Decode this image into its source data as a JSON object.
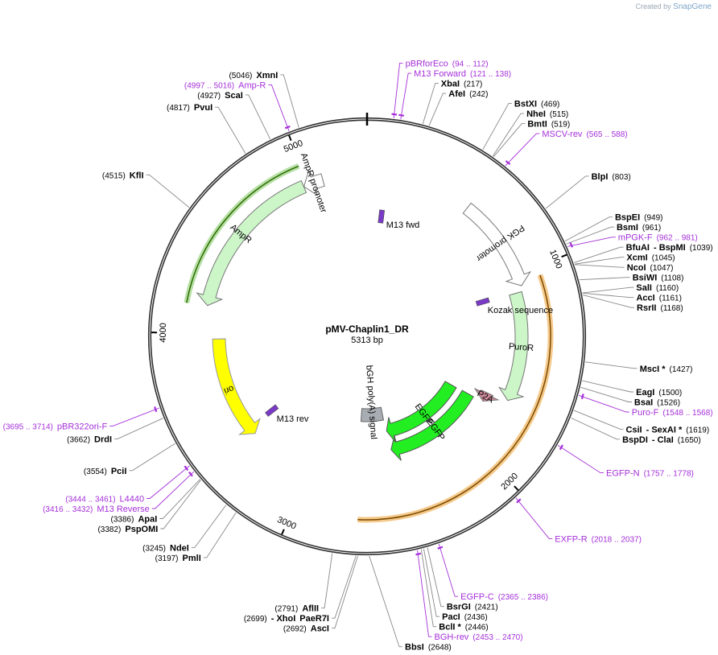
{
  "header": {
    "created_by": "Created by",
    "brand": "SnapGene"
  },
  "plasmid": {
    "name": "pMV-Chaplin1_DR",
    "length": "5313 bp",
    "total_bp": 5313
  },
  "ticks": [
    {
      "bp": 1000,
      "label": "1000"
    },
    {
      "bp": 2000,
      "label": "2000"
    },
    {
      "bp": 3000,
      "label": "3000"
    },
    {
      "bp": 4000,
      "label": "4000"
    },
    {
      "bp": 5000,
      "label": "5000"
    }
  ],
  "features": [
    {
      "id": "ampr",
      "label": "AmpR",
      "start": 4146,
      "end": 4975,
      "dir": "ccw",
      "color": "#ccf5c8",
      "stroke": "#777"
    },
    {
      "id": "ampr-promoter",
      "label": "AmpR promoter",
      "start": 4976,
      "end": 5080,
      "dir": "ccw",
      "color": "#ffffff",
      "stroke": "#777"
    },
    {
      "id": "ori",
      "label": "ori",
      "start": 3380,
      "end": 3970,
      "dir": "ccw",
      "color": "#ffff00",
      "stroke": "#999"
    },
    {
      "id": "pgk-promoter",
      "label": "PGK promoter",
      "start": 560,
      "end": 1060,
      "dir": "cw",
      "color": "#ffffff",
      "stroke": "#777"
    },
    {
      "id": "puror",
      "label": "PuroR",
      "start": 1090,
      "end": 1690,
      "dir": "cw",
      "color": "#ccf5c8",
      "stroke": "#777"
    },
    {
      "id": "p2a",
      "label": "P2A",
      "start": 1700,
      "end": 1760,
      "dir": "cw",
      "color": "#cc8899",
      "stroke": "#777"
    },
    {
      "id": "egfp-1",
      "label": "EGFP",
      "start": 1765,
      "end": 2480,
      "dir": "cw",
      "color": "#22ee22",
      "stroke": "#555"
    },
    {
      "id": "egfp-2",
      "label": "EGFP",
      "start": 1770,
      "end": 2485,
      "dir": "cw",
      "color": "#22ee22",
      "stroke": "#555"
    },
    {
      "id": "bgh",
      "label": "bGH poly(A) signal",
      "start": 2492,
      "end": 2717,
      "dir": "none",
      "color": "#a8adb3",
      "stroke": "#666"
    }
  ],
  "small_features": [
    {
      "label": "Kozak sequence",
      "bp": 1083
    },
    {
      "label": "M13 fwd",
      "bp": 100
    },
    {
      "label": "M13 rev",
      "bp": 3425
    }
  ],
  "orf_arcs": [
    {
      "id": "orf-outer",
      "start": 1040,
      "end": 2700,
      "color": "#f5c98a",
      "line": "#7a4a00"
    },
    {
      "id": "orf-ampr",
      "start": 4140,
      "end": 4990,
      "color": "#b8e0a6",
      "line": "#2a6a00"
    }
  ],
  "enzymes": [
    {
      "name": "XmnI",
      "pos": "(5046)",
      "bp": 5046,
      "side": "left"
    },
    {
      "name": "ScaI",
      "pos": "(4927)",
      "bp": 4927,
      "side": "left"
    },
    {
      "name": "PvuI",
      "pos": "(4817)",
      "bp": 4817,
      "side": "left"
    },
    {
      "name": "KflI",
      "pos": "(4515)",
      "bp": 4515,
      "side": "left"
    },
    {
      "name": "DrdI",
      "pos": "(3662)",
      "bp": 3662,
      "side": "left"
    },
    {
      "name": "PciI",
      "pos": "(3554)",
      "bp": 3554,
      "side": "left"
    },
    {
      "name": "ApaI",
      "pos": "(3386)",
      "bp": 3386,
      "side": "left"
    },
    {
      "name": "PspOMI",
      "pos": "(3382)",
      "bp": 3382,
      "side": "left"
    },
    {
      "name": "NdeI",
      "pos": "(3245)",
      "bp": 3245,
      "side": "left"
    },
    {
      "name": "PmlI",
      "pos": "(3197)",
      "bp": 3197,
      "side": "left"
    },
    {
      "name": "AflII",
      "pos": "(2791)",
      "bp": 2791,
      "side": "left"
    },
    {
      "name": "PaeR7I",
      "pos": "(2699)",
      "bp": 2699,
      "side": "left",
      "extra": "- XhoI"
    },
    {
      "name": "AscI",
      "pos": "(2692)",
      "bp": 2692,
      "side": "left"
    },
    {
      "name": "BbsI",
      "pos": "(2648)",
      "bp": 2648,
      "side": "right"
    },
    {
      "name": "XbaI",
      "pos": "(217)",
      "bp": 217,
      "side": "right"
    },
    {
      "name": "AfeI",
      "pos": "(242)",
      "bp": 242,
      "side": "right"
    },
    {
      "name": "BstXI",
      "pos": "(469)",
      "bp": 469,
      "side": "right"
    },
    {
      "name": "NheI",
      "pos": "(515)",
      "bp": 515,
      "side": "right"
    },
    {
      "name": "BmtI",
      "pos": "(519)",
      "bp": 519,
      "side": "right"
    },
    {
      "name": "BlpI",
      "pos": "(803)",
      "bp": 803,
      "side": "right"
    },
    {
      "name": "BspEI",
      "pos": "(949)",
      "bp": 949,
      "side": "right"
    },
    {
      "name": "BsmI",
      "pos": "(961)",
      "bp": 961,
      "side": "right"
    },
    {
      "name": "BfuAI",
      "pos": "(1039)",
      "bp": 1039,
      "side": "right",
      "extra": "- BspMI"
    },
    {
      "name": "XcmI",
      "pos": "(1045)",
      "bp": 1045,
      "side": "right"
    },
    {
      "name": "NcoI",
      "pos": "(1047)",
      "bp": 1047,
      "side": "right"
    },
    {
      "name": "BsiWI",
      "pos": "(1108)",
      "bp": 1108,
      "side": "right"
    },
    {
      "name": "SalI",
      "pos": "(1160)",
      "bp": 1160,
      "side": "right"
    },
    {
      "name": "AccI",
      "pos": "(1161)",
      "bp": 1161,
      "side": "right"
    },
    {
      "name": "RsrII",
      "pos": "(1168)",
      "bp": 1168,
      "side": "right"
    },
    {
      "name": "MscI *",
      "pos": "(1427)",
      "bp": 1427,
      "side": "right"
    },
    {
      "name": "EagI",
      "pos": "(1500)",
      "bp": 1500,
      "side": "right"
    },
    {
      "name": "BsaI",
      "pos": "(1526)",
      "bp": 1526,
      "side": "right"
    },
    {
      "name": "CsiI",
      "pos": "(1619)",
      "bp": 1619,
      "side": "right",
      "extra": "- SexAI *"
    },
    {
      "name": "BspDI",
      "pos": "(1650)",
      "bp": 1650,
      "side": "right",
      "extra": "- ClaI"
    },
    {
      "name": "BsrGI",
      "pos": "(2421)",
      "bp": 2421,
      "side": "right"
    },
    {
      "name": "PacI",
      "pos": "(2436)",
      "bp": 2436,
      "side": "right"
    },
    {
      "name": "BclI *",
      "pos": "(2446)",
      "bp": 2446,
      "side": "right"
    }
  ],
  "primers": [
    {
      "name": "pBRforEco",
      "pos": "(94 .. 112)",
      "bp": 103
    },
    {
      "name": "M13 Forward",
      "pos": "(121 .. 138)",
      "bp": 130
    },
    {
      "name": "MSCV-rev",
      "pos": "(565 .. 588)",
      "bp": 576
    },
    {
      "name": "mPGK-F",
      "pos": "(962 .. 981)",
      "bp": 972
    },
    {
      "name": "Puro-F",
      "pos": "(1548 .. 1568)",
      "bp": 1558
    },
    {
      "name": "EGFP-N",
      "pos": "(1757 .. 1778)",
      "bp": 1767
    },
    {
      "name": "EXFP-R",
      "pos": "(2018 .. 2037)",
      "bp": 2027
    },
    {
      "name": "EGFP-C",
      "pos": "(2365 .. 2386)",
      "bp": 2375
    },
    {
      "name": "BGH-rev",
      "pos": "(2453 .. 2470)",
      "bp": 2461
    },
    {
      "name": "Amp-R",
      "pos": "(4997 .. 5016)",
      "bp": 5006
    },
    {
      "name": "pBR322ori-F",
      "pos": "(3695 .. 3714)",
      "bp": 3704
    },
    {
      "name": "L4440",
      "pos": "(3444 .. 3461)",
      "bp": 3452
    },
    {
      "name": "M13 Reverse",
      "pos": "(3416 .. 3432)",
      "bp": 3424
    }
  ]
}
